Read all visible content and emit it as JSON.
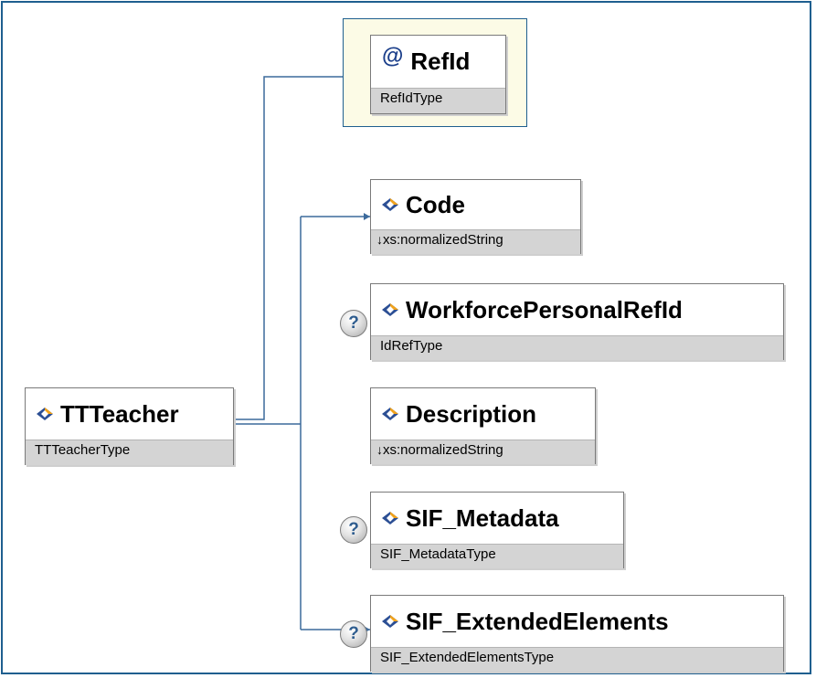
{
  "root": {
    "name": "TTTeacher",
    "type": "TTTeacherType"
  },
  "attribute": {
    "symbol": "@",
    "name": "RefId",
    "type": "RefIdType"
  },
  "children": [
    {
      "name": "Code",
      "type": "xs:normalizedString",
      "type_prefix": "↓",
      "optional": false
    },
    {
      "name": "WorkforcePersonalRefId",
      "type": "IdRefType",
      "type_prefix": "",
      "optional": true
    },
    {
      "name": "Description",
      "type": "xs:normalizedString",
      "type_prefix": "↓",
      "optional": false
    },
    {
      "name": "SIF_Metadata",
      "type": "SIF_MetadataType",
      "type_prefix": "",
      "optional": true
    },
    {
      "name": "SIF_ExtendedElements",
      "type": "SIF_ExtendedElementsType",
      "type_prefix": "",
      "optional": true
    }
  ],
  "optional_marker": "?",
  "colors": {
    "border": "#1f5f8f",
    "connector": "#3c6a9c",
    "type_bar": "#d4d4d4",
    "attr_bg": "#fcfbe6"
  },
  "icons": {
    "element": "element-diamond-icon",
    "optional": "optional-question-icon",
    "attribute": "attribute-at-icon"
  }
}
